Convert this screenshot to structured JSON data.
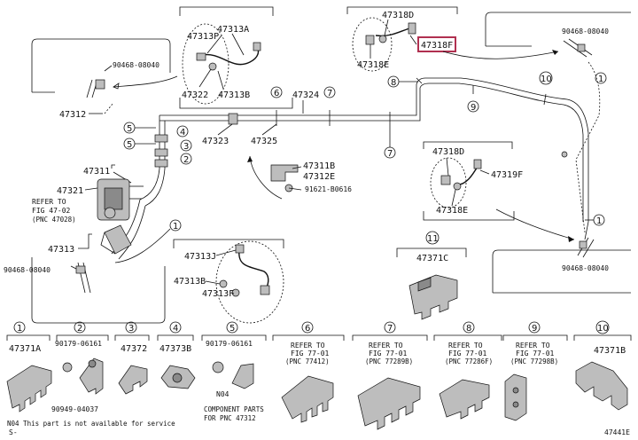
{
  "callouts": {
    "c47313P": "47313P",
    "c47313A": "47313A",
    "c47322": "47322",
    "c47313B_top": "47313B",
    "c90468_left": "90468-08040",
    "c47312": "47312",
    "c47318D_top": "47318D",
    "c47318E_top": "47318E",
    "c47318F_top": "47318F",
    "c90468_right": "90468-08040",
    "c47324": "47324",
    "c47323": "47323",
    "c47325": "47325",
    "c47311B": "47311B",
    "c47312E": "47312E",
    "c91621": "91621-B0616",
    "c47311": "47311",
    "c47321": "47321",
    "c47313": "47313",
    "c90468_bl": "90468-08040",
    "c47318D_mid": "47318D",
    "c47319F": "47319F",
    "c47318E_mid": "47318E",
    "c90468_br": "90468-08040",
    "c47313J": "47313J",
    "c47313B_mid": "47313B",
    "c47313F": "47313F",
    "c47371C": "47371C"
  },
  "refer_note": [
    "REFER TO",
    "FIG 47-02",
    "(PNC 47028)"
  ],
  "circles": {
    "n1": "1",
    "n2": "2",
    "n3": "3",
    "n4": "4",
    "n5": "5",
    "n6": "6",
    "n7": "7",
    "n8": "8",
    "n9": "9",
    "n10": "10",
    "n11": "11"
  },
  "legend": [
    {
      "num": "1",
      "label": "47371A"
    },
    {
      "num": "2",
      "label": "90179-06161",
      "label2": "90949-04037"
    },
    {
      "num": "3",
      "label": "47372"
    },
    {
      "num": "4",
      "label": "47373B"
    },
    {
      "num": "5",
      "label": "90179-06161",
      "note": "N04"
    },
    {
      "num": "6",
      "ref1": "REFER TO",
      "ref2": "FIG 77-01",
      "ref3": "(PNC 77412)"
    },
    {
      "num": "7",
      "ref1": "REFER TO",
      "ref2": "FIG 77-01",
      "ref3": "(PNC 77289B)"
    },
    {
      "num": "8",
      "ref1": "REFER TO",
      "ref2": "FIG 77-01",
      "ref3": "(PNC 77286F)"
    },
    {
      "num": "9",
      "ref1": "REFER TO",
      "ref2": "FIG 77-01",
      "ref3": "(PNC 77298B)"
    },
    {
      "num": "10",
      "label": "47371B"
    }
  ],
  "component_note": [
    "COMPONENT PARTS",
    "FOR PNC 47312"
  ],
  "footer_note": "N04 This part is not available for service",
  "footer_s": "S-",
  "figure_id": "47441E",
  "colors": {
    "highlight": "#b03050",
    "ink": "#111111",
    "part_fill": "#bdbdbd"
  }
}
